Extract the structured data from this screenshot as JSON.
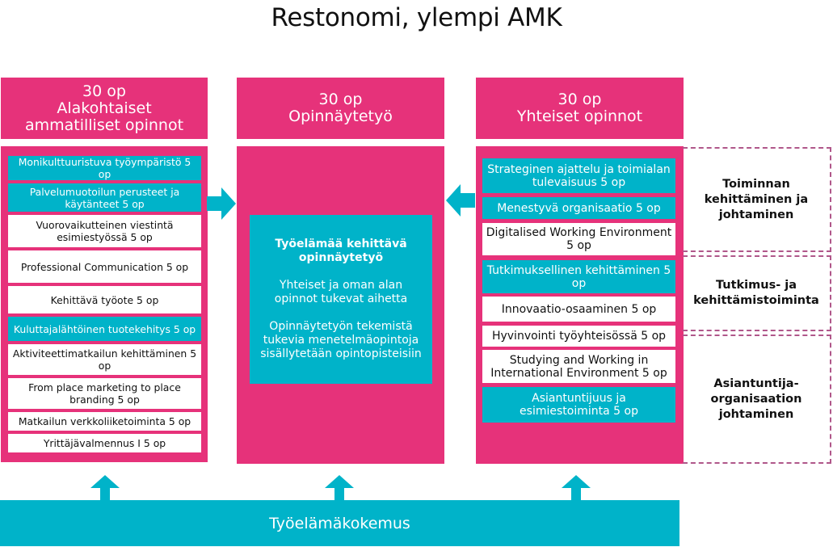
{
  "title": "Restonomi, ylempi AMK",
  "colors": {
    "pink": "#e6327a",
    "teal": "#00b3c9",
    "dashed": "#b0578a"
  },
  "columns": [
    {
      "credits": "30 op",
      "heading_lines": [
        "Alakohtaiset",
        "ammatilliset opinnot"
      ],
      "items": [
        {
          "label": "Monikulttuuristuva työympäristö 5 op",
          "style": "teal"
        },
        {
          "label": "Palvelumuotoilun perusteet ja käytänteet 5 op",
          "style": "teal"
        },
        {
          "label": "Vuorovaikutteinen viestintä esimiestyössä 5 op",
          "style": "white"
        },
        {
          "label": "Professional Communication 5 op",
          "style": "white"
        },
        {
          "label": "Kehittävä työote 5 op",
          "style": "white"
        },
        {
          "label": "Kuluttajalähtöinen tuotekehitys 5 op",
          "style": "teal"
        },
        {
          "label": "Aktiviteettimatkailun kehittäminen 5 op",
          "style": "white"
        },
        {
          "label": "From place marketing to place branding 5 op",
          "style": "white"
        },
        {
          "label": "Matkailun verkkoliiketoiminta 5 op",
          "style": "white"
        },
        {
          "label": "Yrittäjävalmennus I 5 op",
          "style": "white"
        }
      ]
    },
    {
      "credits": "30 op",
      "heading_lines": [
        "Opinnäytetyö"
      ],
      "box": {
        "heading": "Työelämää kehittävä opinnäytetyö",
        "paragraph1": "Yhteiset ja oman alan opinnot tukevat aihetta",
        "paragraph2": "Opinnäytetyön tekemistä tukevia menetelmäopintoja sisällytetään opintopisteisiin"
      }
    },
    {
      "credits": "30 op",
      "heading_lines": [
        "Yhteiset opinnot"
      ],
      "items": [
        {
          "label": "Strateginen ajattelu ja toimialan tulevaisuus 5 op",
          "style": "teal"
        },
        {
          "label": "Menestyvä organisaatio 5 op",
          "style": "teal"
        },
        {
          "label": "Digitalised Working Environment 5 op",
          "style": "white"
        },
        {
          "label": "Tutkimuksellinen kehittäminen 5 op",
          "style": "teal"
        },
        {
          "label": "Innovaatio-osaaminen 5 op",
          "style": "white"
        },
        {
          "label": "Hyvinvointi työyhteisössä  5 op",
          "style": "white"
        },
        {
          "label": "Studying and Working in International Environment 5 op",
          "style": "white"
        },
        {
          "label": "Asiantuntijuus ja esimiestoiminta 5 op",
          "style": "teal"
        }
      ]
    }
  ],
  "side_groups": [
    {
      "label": "Toiminnan kehittäminen ja johtaminen"
    },
    {
      "label": "Tutkimus- ja kehittämistoiminta"
    },
    {
      "label": "Asiantuntija-organisaation johtaminen"
    }
  ],
  "footer": {
    "label": "Työelämäkokemus"
  },
  "icons": {
    "arrow_left_to_center": "arrow-right-icon",
    "arrow_right_to_center": "arrow-left-icon",
    "arrows_up": [
      "arrow-up-icon",
      "arrow-up-icon",
      "arrow-up-icon"
    ]
  }
}
